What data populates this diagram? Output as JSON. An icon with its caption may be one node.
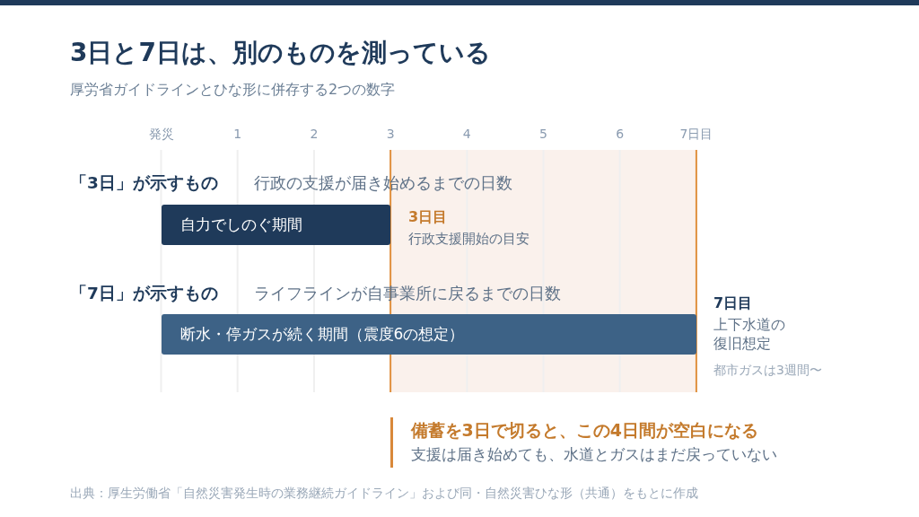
{
  "diagram": {
    "title": "3日と7日は、別のものを測っている",
    "caption": "出典：厚生労働省「自然災害発生時の業務継続ガイドライン」および同・自然災害ひな形（共通）をもとに作成",
    "nodes": [
      {
        "text": [
          "自力でしのぐ期間"
        ]
      },
      {
        "text": [
          "断水・停ガスが続く期間（震度6の想定）"
        ]
      }
    ],
    "edges": [],
    "labels": [
      "厚労省ガイドラインとひな形に併存する2つの数字",
      "発災",
      "1",
      "2",
      "3",
      "4",
      "5",
      "6",
      "7日目",
      "「3日」が示すもの",
      "行政の支援が届き始めるまでの日数",
      "3日目",
      "行政支援開始の目安",
      "「7日」が示すもの",
      "ライフラインが自事業所に戻るまでの日数",
      "7日目",
      "上下水道の復旧想定",
      "都市ガスは3週間〜",
      "備蓄を3日で切ると、この4日間が空白になる",
      "支援は届き始めても、水道とガスはまだ戻っていない"
    ]
  }
}
